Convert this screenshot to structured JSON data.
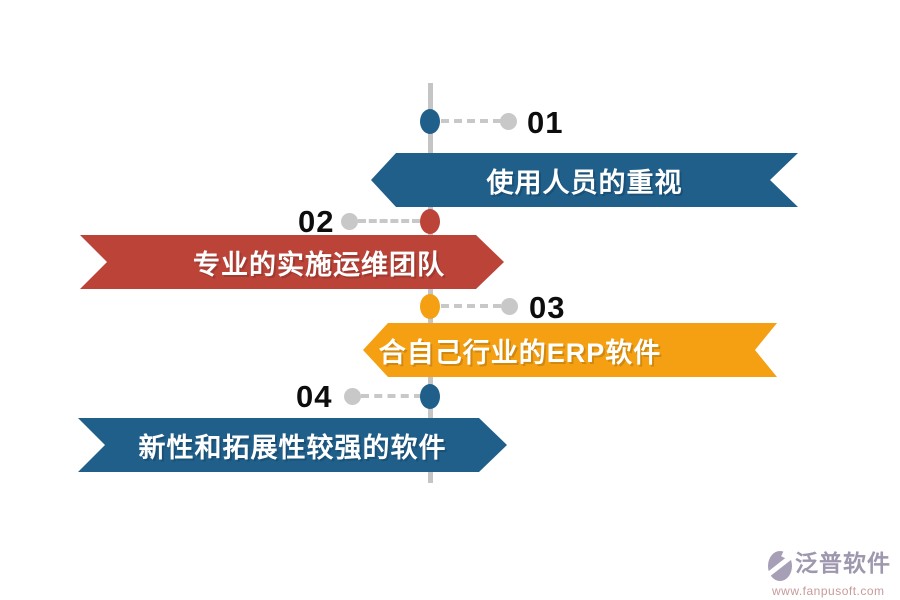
{
  "page": {
    "background": "#ffffff",
    "line_color": "#c5c5c5",
    "connector_color": "#c8c8c8",
    "number_color": "#0d0d0d",
    "banner_text_color": "#ffffff"
  },
  "timeline": {
    "items": [
      {
        "number": "01",
        "label": "使用人员的重视",
        "color": "#1f5f8a",
        "side": "right"
      },
      {
        "number": "02",
        "label": "专业的实施运维团队",
        "color": "#bc4338",
        "side": "left"
      },
      {
        "number": "03",
        "label": "合自己行业的ERP软件",
        "color": "#f5a012",
        "side": "right"
      },
      {
        "number": "04",
        "label": "新性和拓展性较强的软件",
        "color": "#1f5f8a",
        "side": "left"
      }
    ]
  },
  "watermark": {
    "brand": "泛普软件",
    "url": "www.fanpusoft.com",
    "brand_color": "#9e97ae",
    "url_color": "#c99a9a",
    "icon_color": "#a79fb6"
  }
}
